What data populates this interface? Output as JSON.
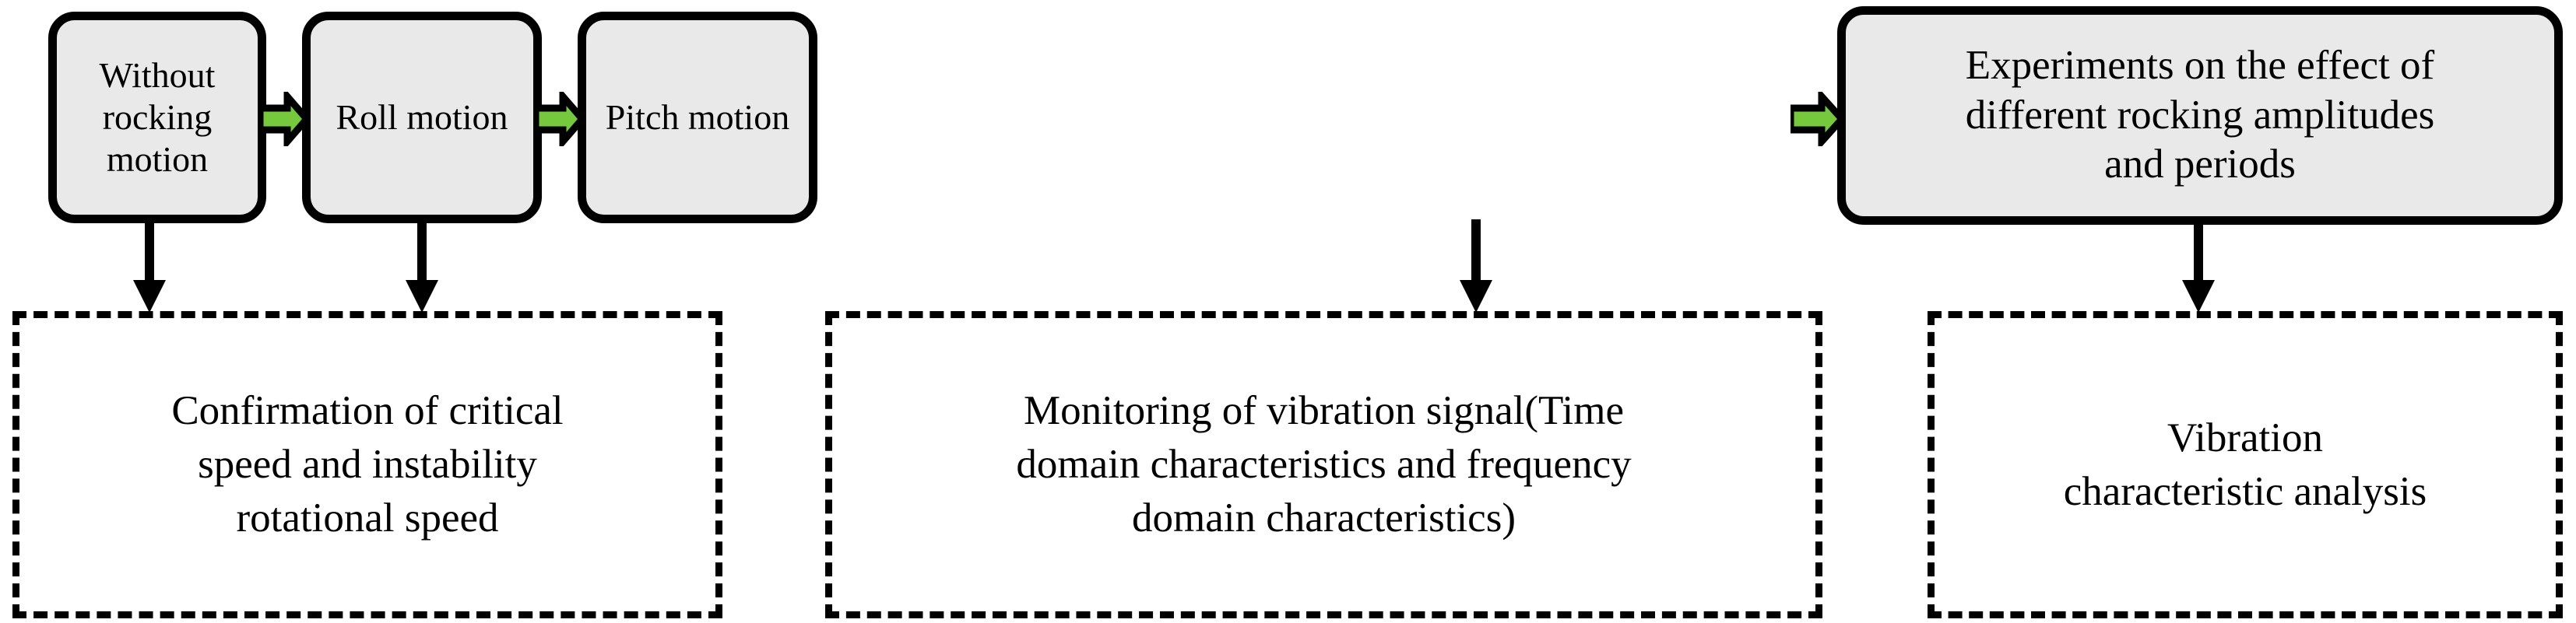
{
  "diagram": {
    "title": "Experimental flow of rocking motion vibration study",
    "colors": {
      "arrow_green": "#76c83c",
      "box_fill": "#e9e9e9",
      "outline": "#000000",
      "page_background": "#ffffff"
    },
    "process_boxes": [
      {
        "id": "without-rocking-motion",
        "label": "Without rocking\nmotion"
      },
      {
        "id": "roll-motion",
        "label": "Roll motion"
      },
      {
        "id": "pitch-motion",
        "label": "Pitch motion"
      },
      {
        "id": "experiments-amplitudes",
        "label": "Experiments on the effect of\ndifferent rocking amplitudes\nand periods"
      }
    ],
    "flow_arrows": [
      {
        "id": "arrow-without-to-roll",
        "icon": "right-arrow-icon",
        "from": "without-rocking-motion",
        "to": "roll-motion"
      },
      {
        "id": "arrow-roll-to-pitch",
        "icon": "right-arrow-icon",
        "from": "roll-motion",
        "to": "pitch-motion"
      },
      {
        "id": "arrow-pitch-to-experiments",
        "icon": "right-arrow-icon",
        "from": "pitch-motion",
        "to": "experiments-amplitudes"
      }
    ],
    "down_arrows": [
      {
        "id": "down-arrow-without",
        "icon": "down-arrow-icon",
        "from": "without-rocking-motion",
        "to": "confirmation-critical-speed"
      },
      {
        "id": "down-arrow-roll",
        "icon": "down-arrow-icon",
        "from": "roll-motion",
        "to": "monitoring-vibration-signal"
      },
      {
        "id": "down-arrow-pitch",
        "icon": "down-arrow-icon",
        "from": "pitch-motion",
        "to": "monitoring-vibration-signal"
      },
      {
        "id": "down-arrow-experiments",
        "icon": "down-arrow-icon",
        "from": "experiments-amplitudes",
        "to": "vibration-characteristic-analysis"
      }
    ],
    "result_boxes": [
      {
        "id": "confirmation-critical-speed",
        "label": "Confirmation of critical\nspeed and instability\nrotational speed"
      },
      {
        "id": "monitoring-vibration-signal",
        "label": "Monitoring of vibration signal(Time\ndomain characteristics and frequency\ndomain characteristics)"
      },
      {
        "id": "vibration-characteristic-analysis",
        "label": "Vibration\ncharacteristic analysis"
      }
    ]
  }
}
